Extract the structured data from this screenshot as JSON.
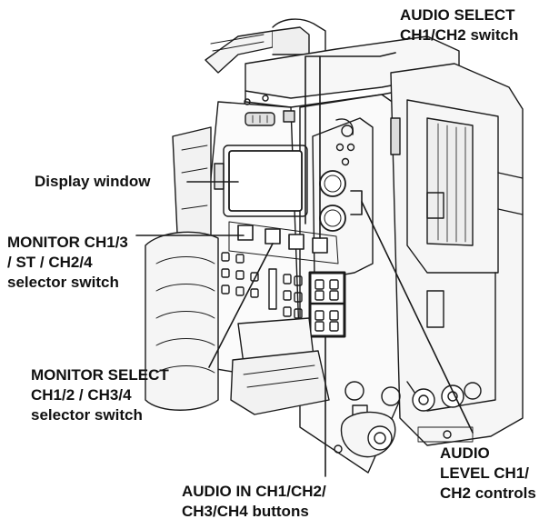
{
  "labels": {
    "audio_select": [
      "AUDIO SELECT",
      "CH1/CH2 switch"
    ],
    "display_window": [
      "Display window"
    ],
    "monitor_ch13": [
      "MONITOR CH1/3",
      "/ ST / CH2/4",
      "selector switch"
    ],
    "monitor_select": [
      "MONITOR SELECT",
      "CH1/2 / CH3/4",
      "selector switch"
    ],
    "audio_in": [
      "AUDIO IN CH1/CH2/",
      "CH3/CH4 buttons"
    ],
    "audio_level": [
      "AUDIO",
      "LEVEL CH1/",
      "CH2 controls"
    ]
  },
  "colors": {
    "line": "#1a1a1a",
    "text": "#111111"
  }
}
